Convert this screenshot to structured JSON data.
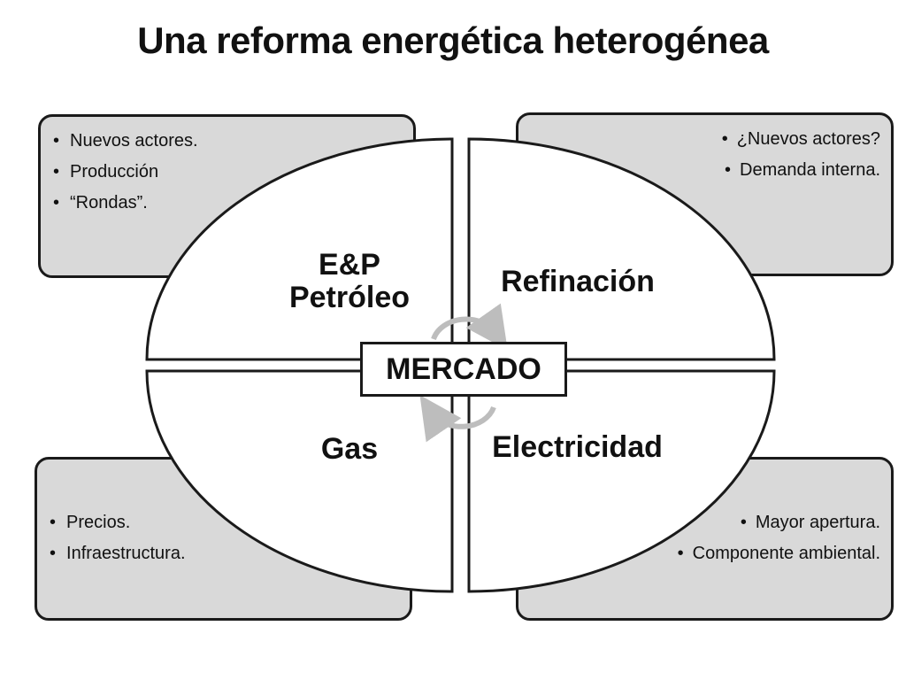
{
  "title": "Una reforma energética heterogénea",
  "center_label": "MERCADO",
  "quadrants": {
    "ep": {
      "line1": "E&P",
      "line2": "Petróleo"
    },
    "refinacion": {
      "label": "Refinación"
    },
    "gas": {
      "label": "Gas"
    },
    "electricidad": {
      "label": "Electricidad"
    }
  },
  "boxes": {
    "top_left": {
      "items": [
        "Nuevos actores.",
        "Producción",
        "“Rondas”."
      ]
    },
    "top_right": {
      "items": [
        "¿Nuevos actores?",
        "Demanda interna."
      ]
    },
    "bottom_left": {
      "items": [
        "Precios.",
        "Infraestructura."
      ]
    },
    "bottom_right": {
      "items": [
        "Mayor apertura.",
        "Componente ambiental."
      ]
    }
  },
  "colors": {
    "box_fill": "#d9d9d9",
    "outline": "#1a1a1a",
    "arrow": "#bdbdbd"
  }
}
